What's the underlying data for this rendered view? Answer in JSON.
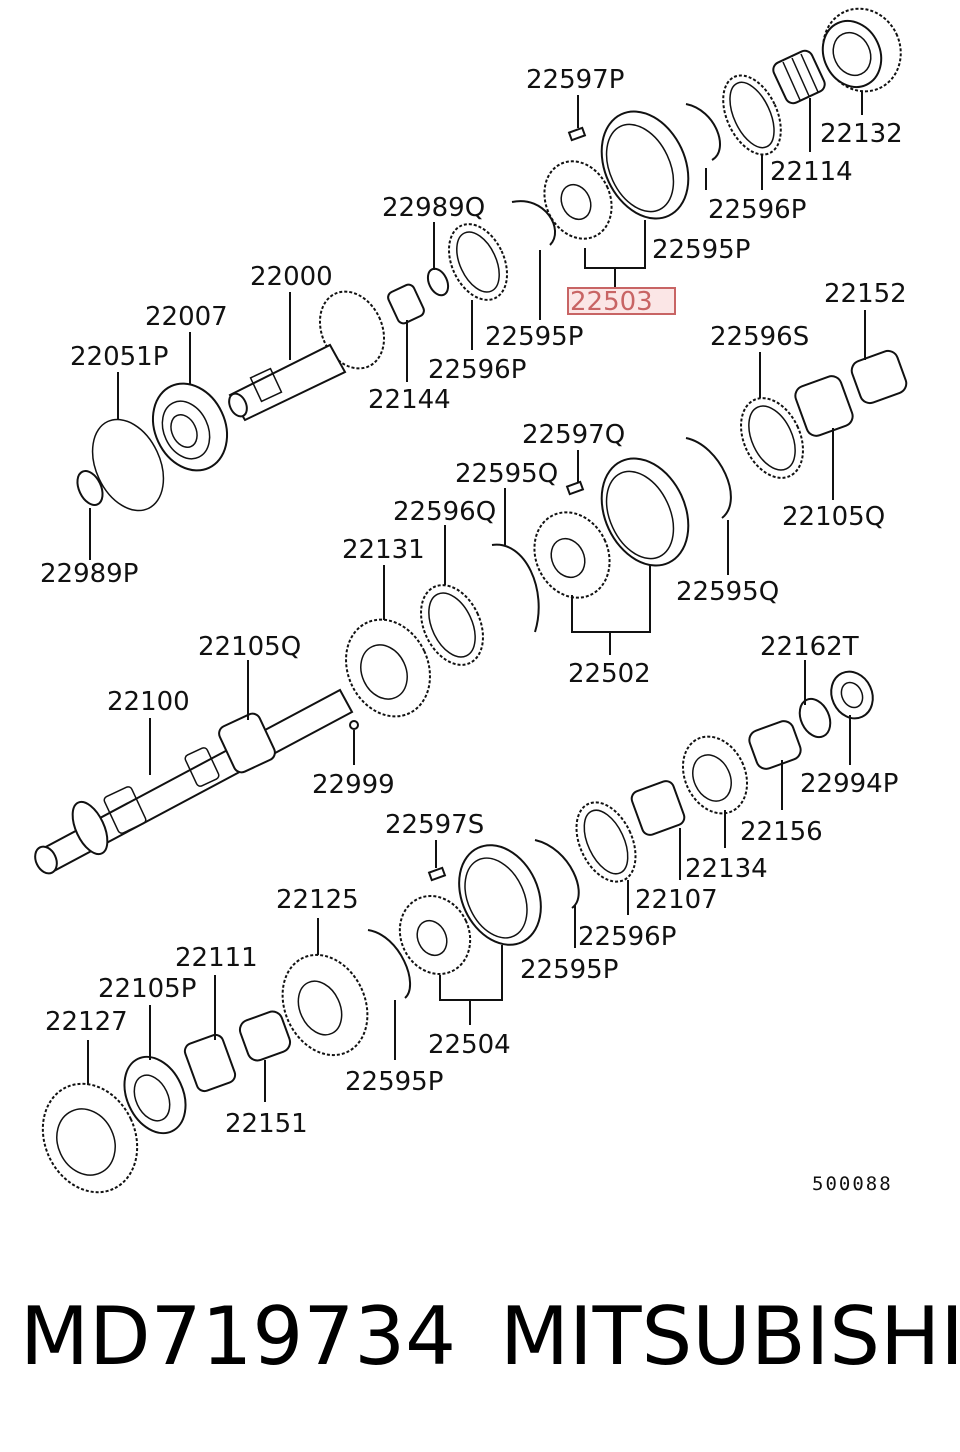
{
  "diagram": {
    "figure_code": "500088",
    "highlighted_callout": "22503",
    "callouts": {
      "c22597P": "22597P",
      "c22132": "22132",
      "c22114": "22114",
      "c22596P_a": "22596P",
      "c22595P_a": "22595P",
      "c22989Q": "22989Q",
      "c22503": "22503",
      "c22000": "22000",
      "c22007": "22007",
      "c22595P_b": "22595P",
      "c22596P_b": "22596P",
      "c22051P": "22051P",
      "c22144": "22144",
      "c22152": "22152",
      "c22596S": "22596S",
      "c22989P": "22989P",
      "c22597Q": "22597Q",
      "c22595Q_a": "22595Q",
      "c22105Q_a": "22105Q",
      "c22596Q": "22596Q",
      "c22131": "22131",
      "c22595Q_b": "22595Q",
      "c22162T": "22162T",
      "c22105Q_b": "22105Q",
      "c22502": "22502",
      "c22100": "22100",
      "c22994P": "22994P",
      "c22999": "22999",
      "c22156": "22156",
      "c22597S": "22597S",
      "c22134": "22134",
      "c22107": "22107",
      "c22125": "22125",
      "c22596P_c": "22596P",
      "c22111": "22111",
      "c22595P_c": "22595P",
      "c22105P": "22105P",
      "c22504": "22504",
      "c22127": "22127",
      "c22595P_d": "22595P",
      "c22151": "22151"
    }
  },
  "footer": {
    "part_number": "MD719734",
    "brand": "MITSUBISHI"
  },
  "colors": {
    "highlight": "#c86464",
    "highlight_fill": "#fbe6e6",
    "line": "#111111"
  }
}
